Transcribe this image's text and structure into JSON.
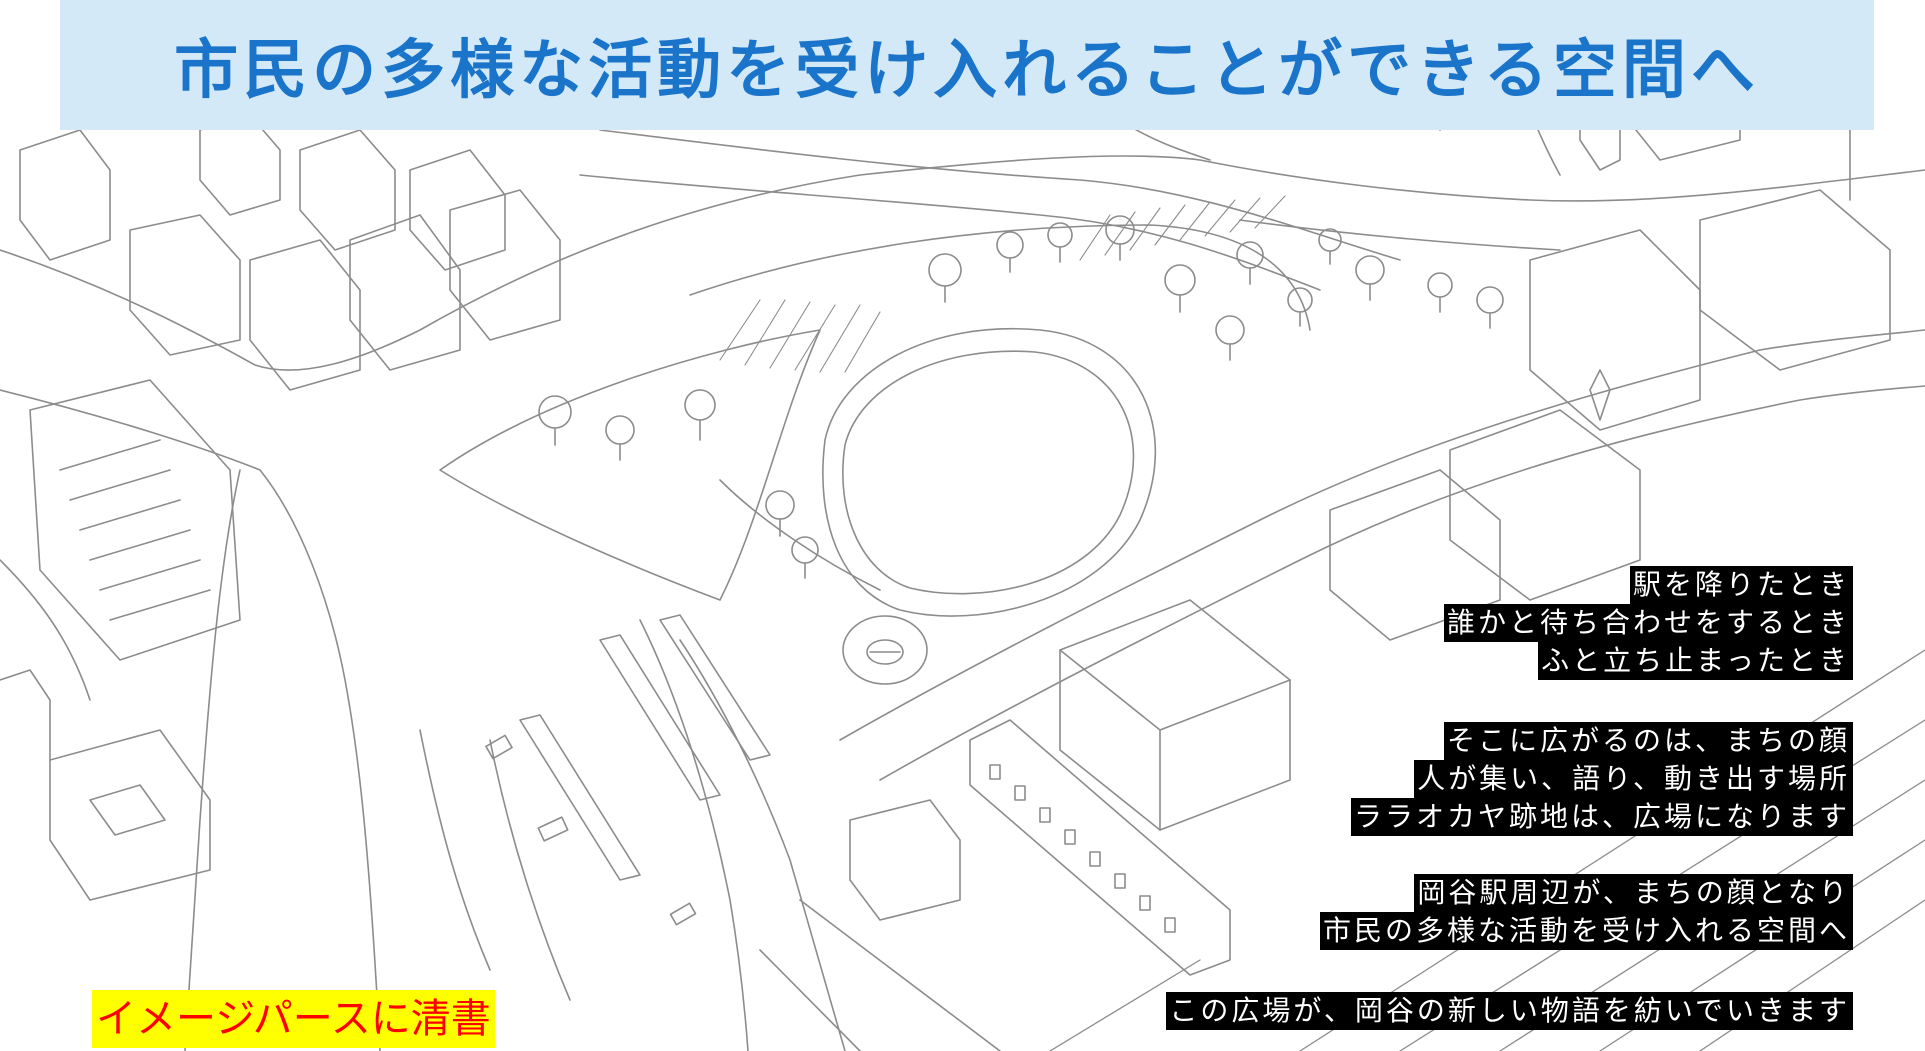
{
  "header": {
    "title": "市民の多様な活動を受け入れることができる空間へ"
  },
  "captions": {
    "group1": [
      "駅を降りたとき",
      "誰かと待ち合わせをするとき",
      "ふと立ち止まったとき"
    ],
    "group2": [
      "そこに広がるのは、まちの顔",
      "人が集い、語り、動き出す場所",
      "ララオカヤ跡地は、広場になります"
    ],
    "group3": [
      "岡谷駅周辺が、まちの顔となり",
      "市民の多様な活動を受け入れる空間へ"
    ],
    "group4": [
      "この広場が、岡谷の新しい物語を紡いでいきます"
    ]
  },
  "note": {
    "label": "イメージパースに清書"
  },
  "colors": {
    "title_bg": "#d4e9f8",
    "title_text": "#1a74c9",
    "caption_bg": "#000000",
    "caption_text": "#ffffff",
    "note_bg": "#ffff00",
    "note_text": "#ff0000",
    "sketch_line": "#8c8c8c"
  }
}
